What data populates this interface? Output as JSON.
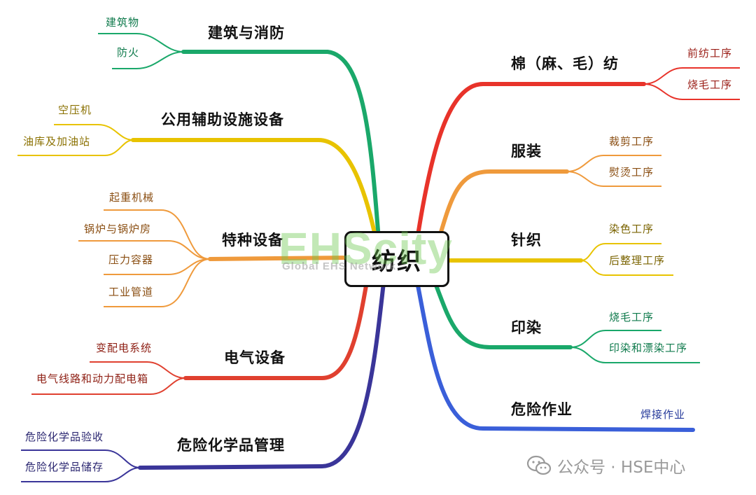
{
  "center": {
    "label": "纺织"
  },
  "watermark": {
    "main": "EHScity",
    "sub": "Global EHS Network"
  },
  "footer": {
    "label": "公众号 · HSE中心",
    "icon": "wechat-icon"
  },
  "branches": [
    {
      "id": "building-fire",
      "label": "建筑与消防",
      "color": "#1aa86a",
      "leaves": [
        "建筑物",
        "防火"
      ]
    },
    {
      "id": "public-aux",
      "label": "公用辅助设施设备",
      "color": "#e8c300",
      "leaves": [
        "空压机",
        "油库及加油站"
      ]
    },
    {
      "id": "special-equip",
      "label": "特种设备",
      "color": "#ef9a3c",
      "leaves": [
        "起重机械",
        "锅炉与锅炉房",
        "压力容器",
        "工业管道"
      ]
    },
    {
      "id": "electrical",
      "label": "电气设备",
      "color": "#e0402f",
      "leaves": [
        "变配电系统",
        "电气线路和动力配电箱"
      ]
    },
    {
      "id": "hazchem",
      "label": "危险化学品管理",
      "color": "#3a3599",
      "leaves": [
        "危险化学品验收",
        "危险化学品储存"
      ]
    },
    {
      "id": "cotton",
      "label": "棉（麻、毛）纺",
      "color": "#e8332a",
      "leaves": [
        "前纺工序",
        "烧毛工序"
      ]
    },
    {
      "id": "garment",
      "label": "服装",
      "color": "#ef9a3c",
      "leaves": [
        "裁剪工序",
        "熨烫工序"
      ]
    },
    {
      "id": "knitting",
      "label": "针织",
      "color": "#e8c300",
      "leaves": [
        "染色工序",
        "后整理工序"
      ]
    },
    {
      "id": "dyeing",
      "label": "印染",
      "color": "#1aa86a",
      "leaves": [
        "烧毛工序",
        "印染和漂染工序"
      ]
    },
    {
      "id": "hazwork",
      "label": "危险作业",
      "color": "#3a5fd9",
      "leaves": [
        "焊接作业"
      ]
    }
  ]
}
